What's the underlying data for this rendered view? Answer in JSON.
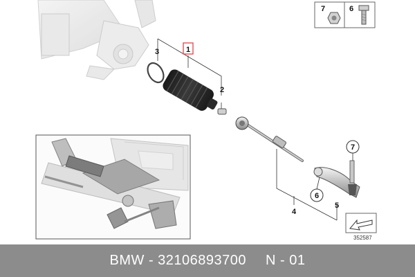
{
  "callouts": {
    "c1": "1",
    "c2": "2",
    "c3": "3",
    "c4": "4",
    "c5": "5",
    "c6_circle": "6",
    "c7_circle": "7",
    "legend_nut": "7",
    "legend_bolt": "6"
  },
  "diagram_number": "352587",
  "footer": {
    "brand": "BMW",
    "separator": "-",
    "part_number": "32106893700",
    "group_code": "N - 01"
  },
  "colors": {
    "highlight_box": "#e0424c",
    "footer_bg": "#8c8c8c",
    "line": "#333333"
  }
}
